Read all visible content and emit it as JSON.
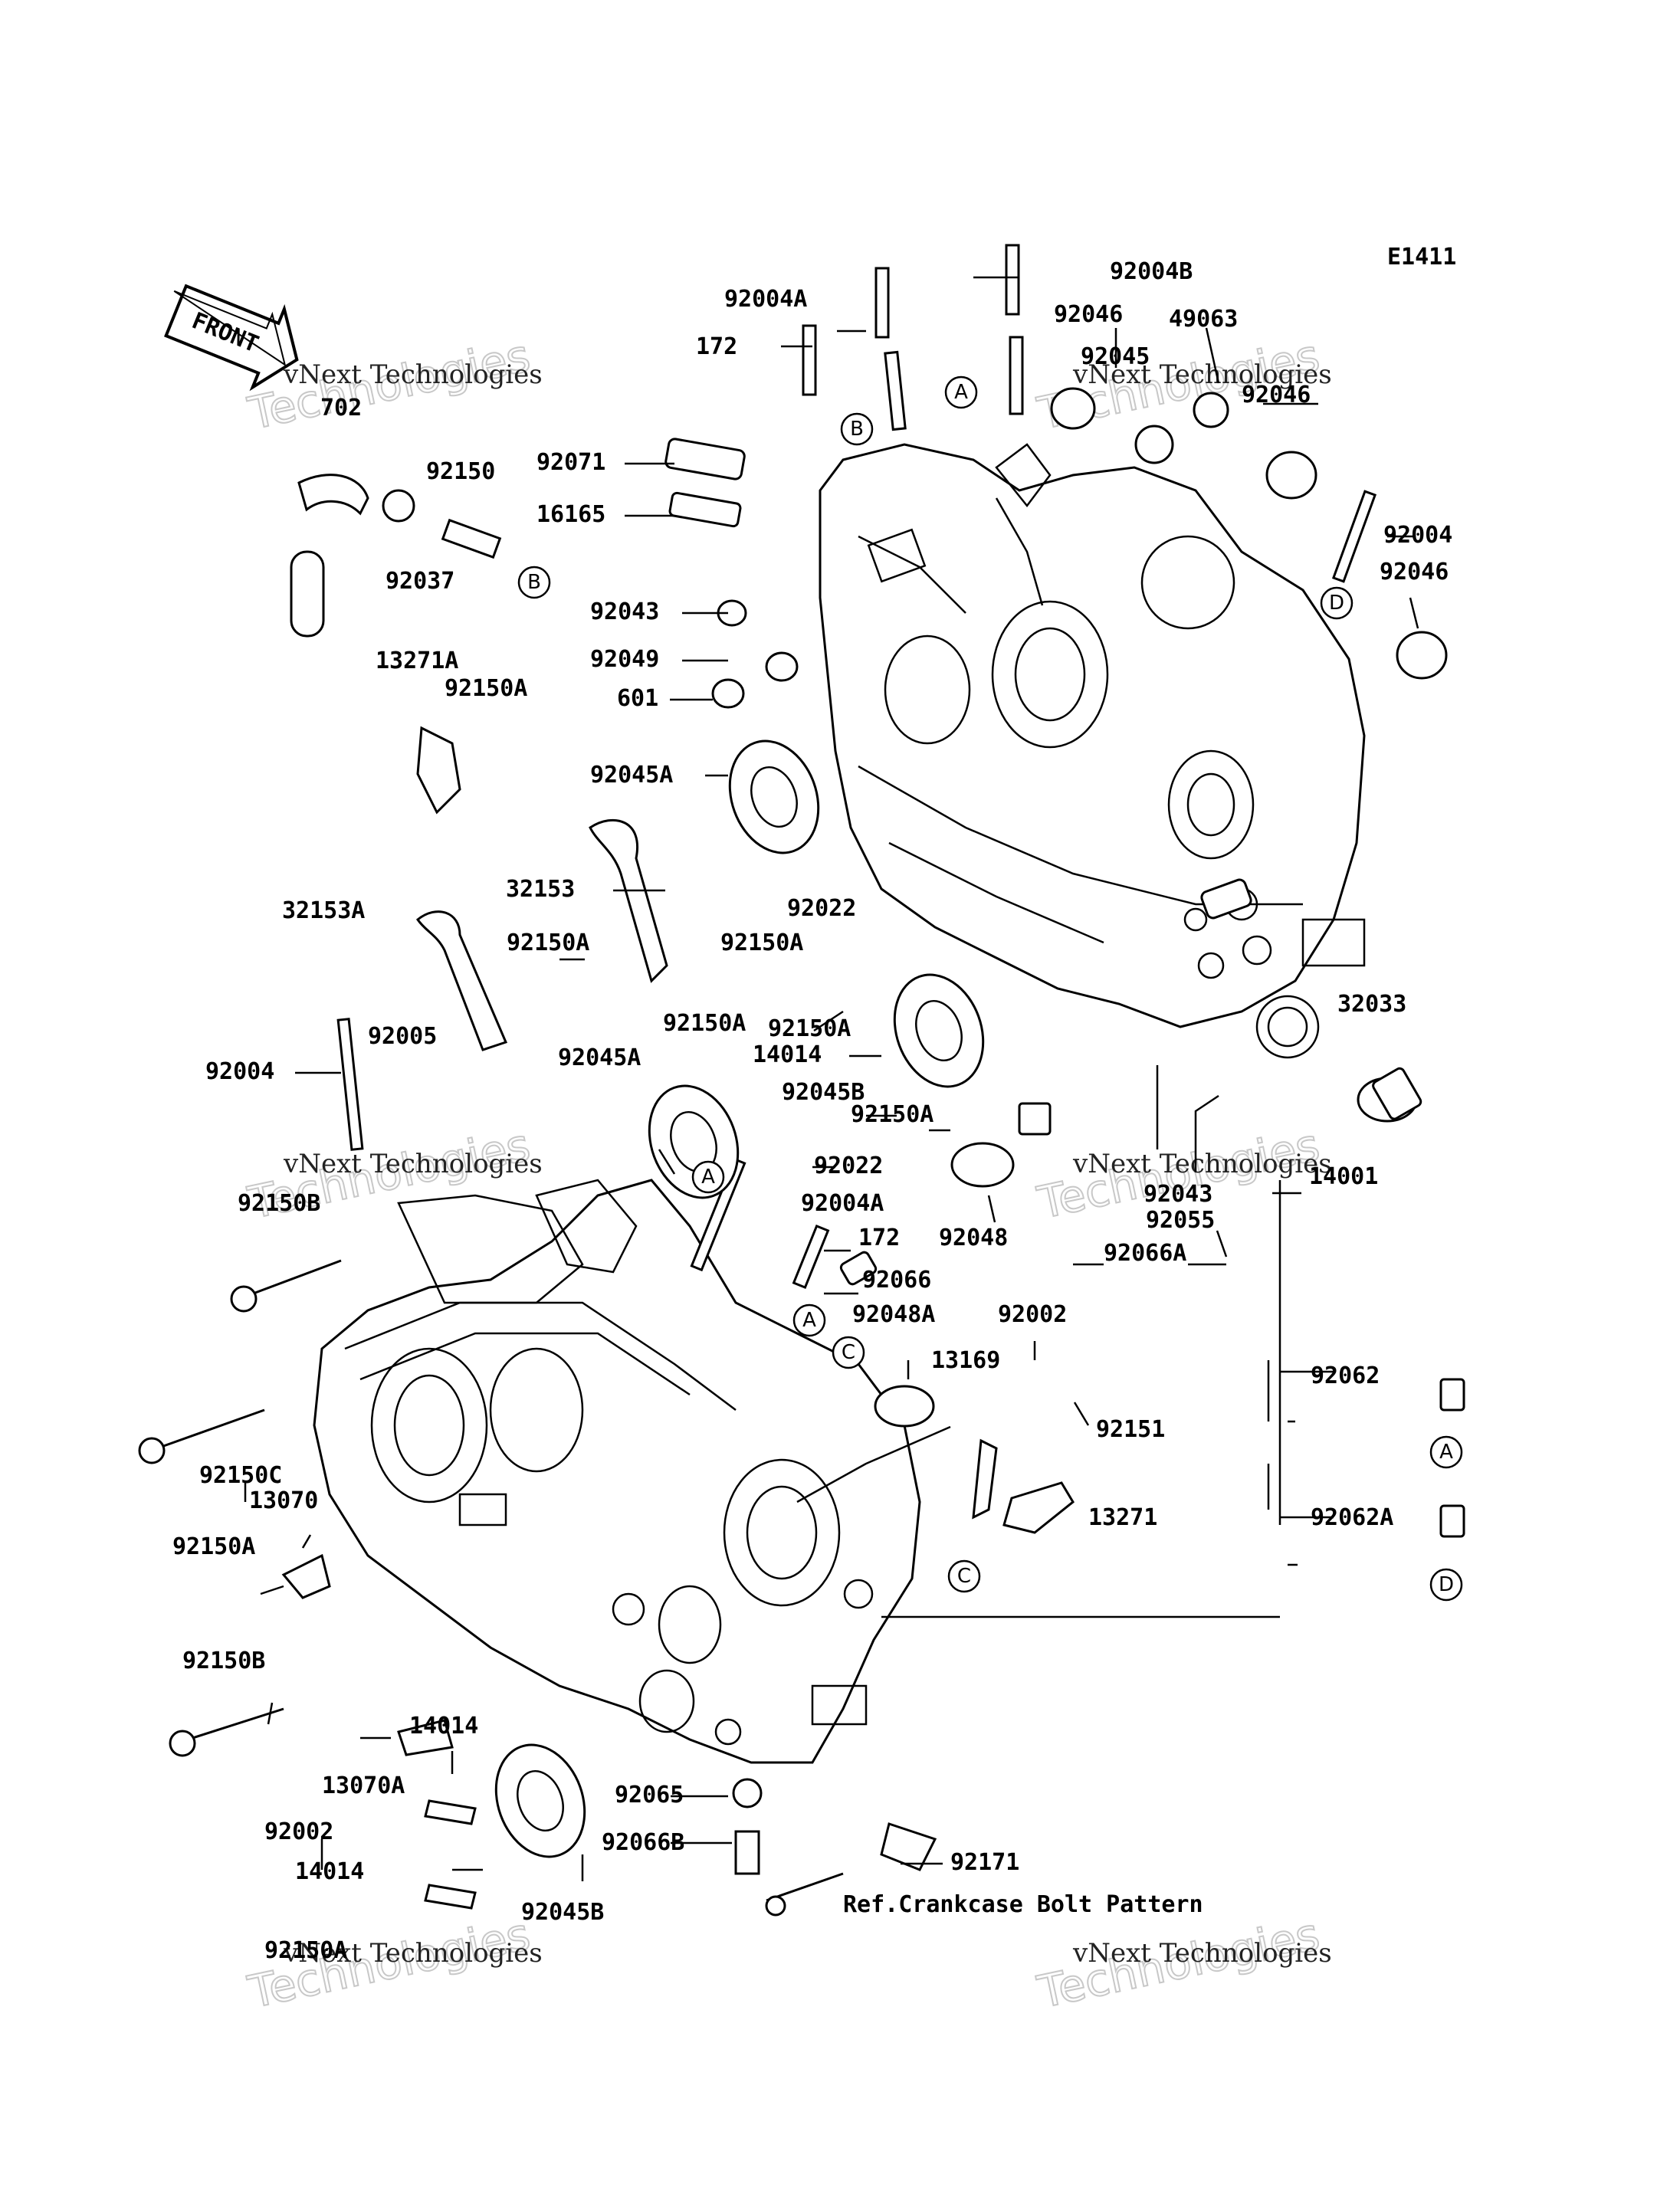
{
  "diagram_code": "E1411",
  "front_label": "FRONT",
  "ref_note": "Ref.Crankcase Bolt Pattern",
  "watermark_line1": "vNext Technologies",
  "watermark_line2": "Technologies",
  "callouts": [
    "A",
    "B",
    "C",
    "D"
  ],
  "parts": [
    "92004B",
    "92004A",
    "172",
    "92046",
    "49063",
    "92045",
    "92046",
    "702",
    "92150",
    "92037",
    "92071",
    "16165",
    "92043",
    "92049",
    "601",
    "92004",
    "92046",
    "13271A",
    "92150A",
    "92045A",
    "32153",
    "32153A",
    "92022",
    "92150A",
    "92150A",
    "92150A",
    "14014",
    "92045B",
    "32033",
    "92004",
    "92005",
    "92045A",
    "92150A",
    "92022",
    "92048",
    "14001",
    "92043",
    "92055",
    "92066A",
    "92150B",
    "92004A",
    "172",
    "92066",
    "92048A",
    "92002",
    "13169",
    "92062",
    "92150C",
    "92151",
    "13070",
    "13271",
    "92062A",
    "92150A",
    "92150B",
    "14014",
    "92065",
    "92066B",
    "92171",
    "13070A",
    "92002",
    "92045B",
    "14014",
    "92150A",
    "92150A"
  ]
}
